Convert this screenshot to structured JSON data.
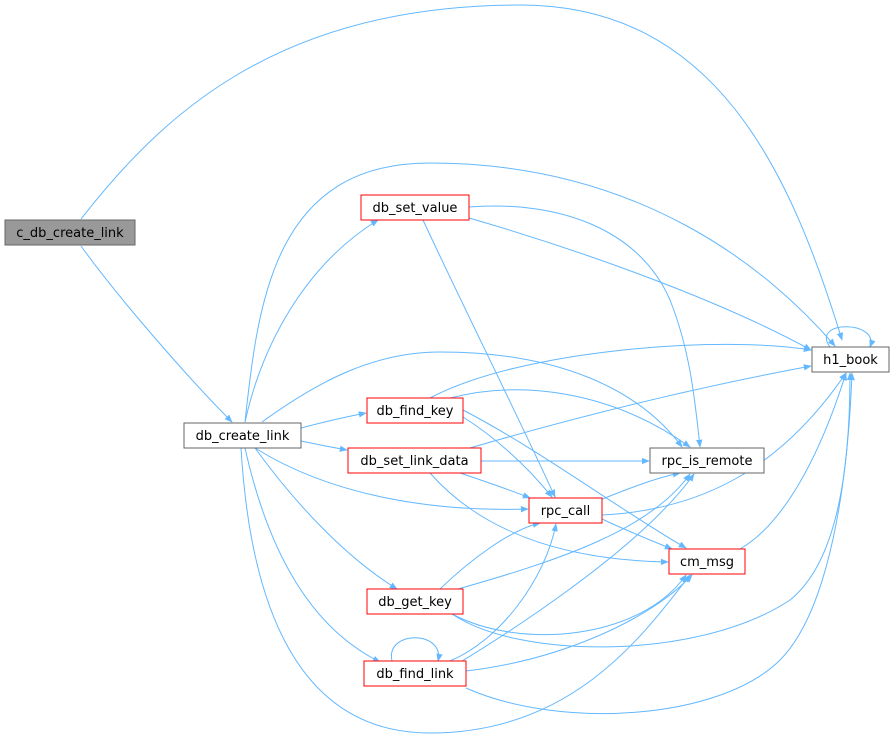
{
  "graph": {
    "edge_color": "#63b8ff",
    "nodes": {
      "c_db_create_link": {
        "label": "c_db_create_link",
        "fill": "#999999",
        "stroke": "#666666"
      },
      "db_create_link": {
        "label": "db_create_link",
        "fill": "#ffffff",
        "stroke": "#666666"
      },
      "db_set_value": {
        "label": "db_set_value",
        "fill": "#ffffff",
        "stroke": "#ff0000"
      },
      "db_find_key": {
        "label": "db_find_key",
        "fill": "#ffffff",
        "stroke": "#ff0000"
      },
      "db_set_link_data": {
        "label": "db_set_link_data",
        "fill": "#ffffff",
        "stroke": "#ff0000"
      },
      "rpc_call": {
        "label": "rpc_call",
        "fill": "#ffffff",
        "stroke": "#ff0000"
      },
      "rpc_is_remote": {
        "label": "rpc_is_remote",
        "fill": "#ffffff",
        "stroke": "#666666"
      },
      "h1_book": {
        "label": "h1_book",
        "fill": "#ffffff",
        "stroke": "#666666"
      },
      "cm_msg": {
        "label": "cm_msg",
        "fill": "#ffffff",
        "stroke": "#ff0000"
      },
      "db_get_key": {
        "label": "db_get_key",
        "fill": "#ffffff",
        "stroke": "#ff0000"
      },
      "db_find_link": {
        "label": "db_find_link",
        "fill": "#ffffff",
        "stroke": "#ff0000"
      }
    },
    "edges": [
      [
        "c_db_create_link",
        "h1_book"
      ],
      [
        "c_db_create_link",
        "db_create_link"
      ],
      [
        "db_create_link",
        "db_set_value"
      ],
      [
        "db_create_link",
        "h1_book"
      ],
      [
        "db_create_link",
        "rpc_is_remote"
      ],
      [
        "db_create_link",
        "db_find_key"
      ],
      [
        "db_create_link",
        "db_set_link_data"
      ],
      [
        "db_create_link",
        "rpc_call"
      ],
      [
        "db_create_link",
        "db_get_key"
      ],
      [
        "db_create_link",
        "db_find_link"
      ],
      [
        "db_create_link",
        "cm_msg"
      ],
      [
        "db_set_value",
        "h1_book"
      ],
      [
        "db_set_value",
        "rpc_is_remote"
      ],
      [
        "db_set_value",
        "rpc_call"
      ],
      [
        "db_find_key",
        "h1_book"
      ],
      [
        "db_find_key",
        "rpc_is_remote"
      ],
      [
        "db_find_key",
        "rpc_call"
      ],
      [
        "db_find_key",
        "cm_msg"
      ],
      [
        "db_set_link_data",
        "h1_book"
      ],
      [
        "db_set_link_data",
        "rpc_is_remote"
      ],
      [
        "db_set_link_data",
        "rpc_call"
      ],
      [
        "db_set_link_data",
        "cm_msg"
      ],
      [
        "rpc_call",
        "rpc_is_remote"
      ],
      [
        "rpc_call",
        "h1_book"
      ],
      [
        "rpc_call",
        "cm_msg"
      ],
      [
        "cm_msg",
        "h1_book"
      ],
      [
        "h1_book",
        "h1_book"
      ],
      [
        "db_get_key",
        "rpc_call"
      ],
      [
        "db_get_key",
        "rpc_is_remote"
      ],
      [
        "db_get_key",
        "cm_msg"
      ],
      [
        "db_get_key",
        "h1_book"
      ],
      [
        "db_find_link",
        "db_find_link"
      ],
      [
        "db_find_link",
        "rpc_call"
      ],
      [
        "db_find_link",
        "rpc_is_remote"
      ],
      [
        "db_find_link",
        "cm_msg"
      ],
      [
        "db_find_link",
        "h1_book"
      ]
    ]
  }
}
